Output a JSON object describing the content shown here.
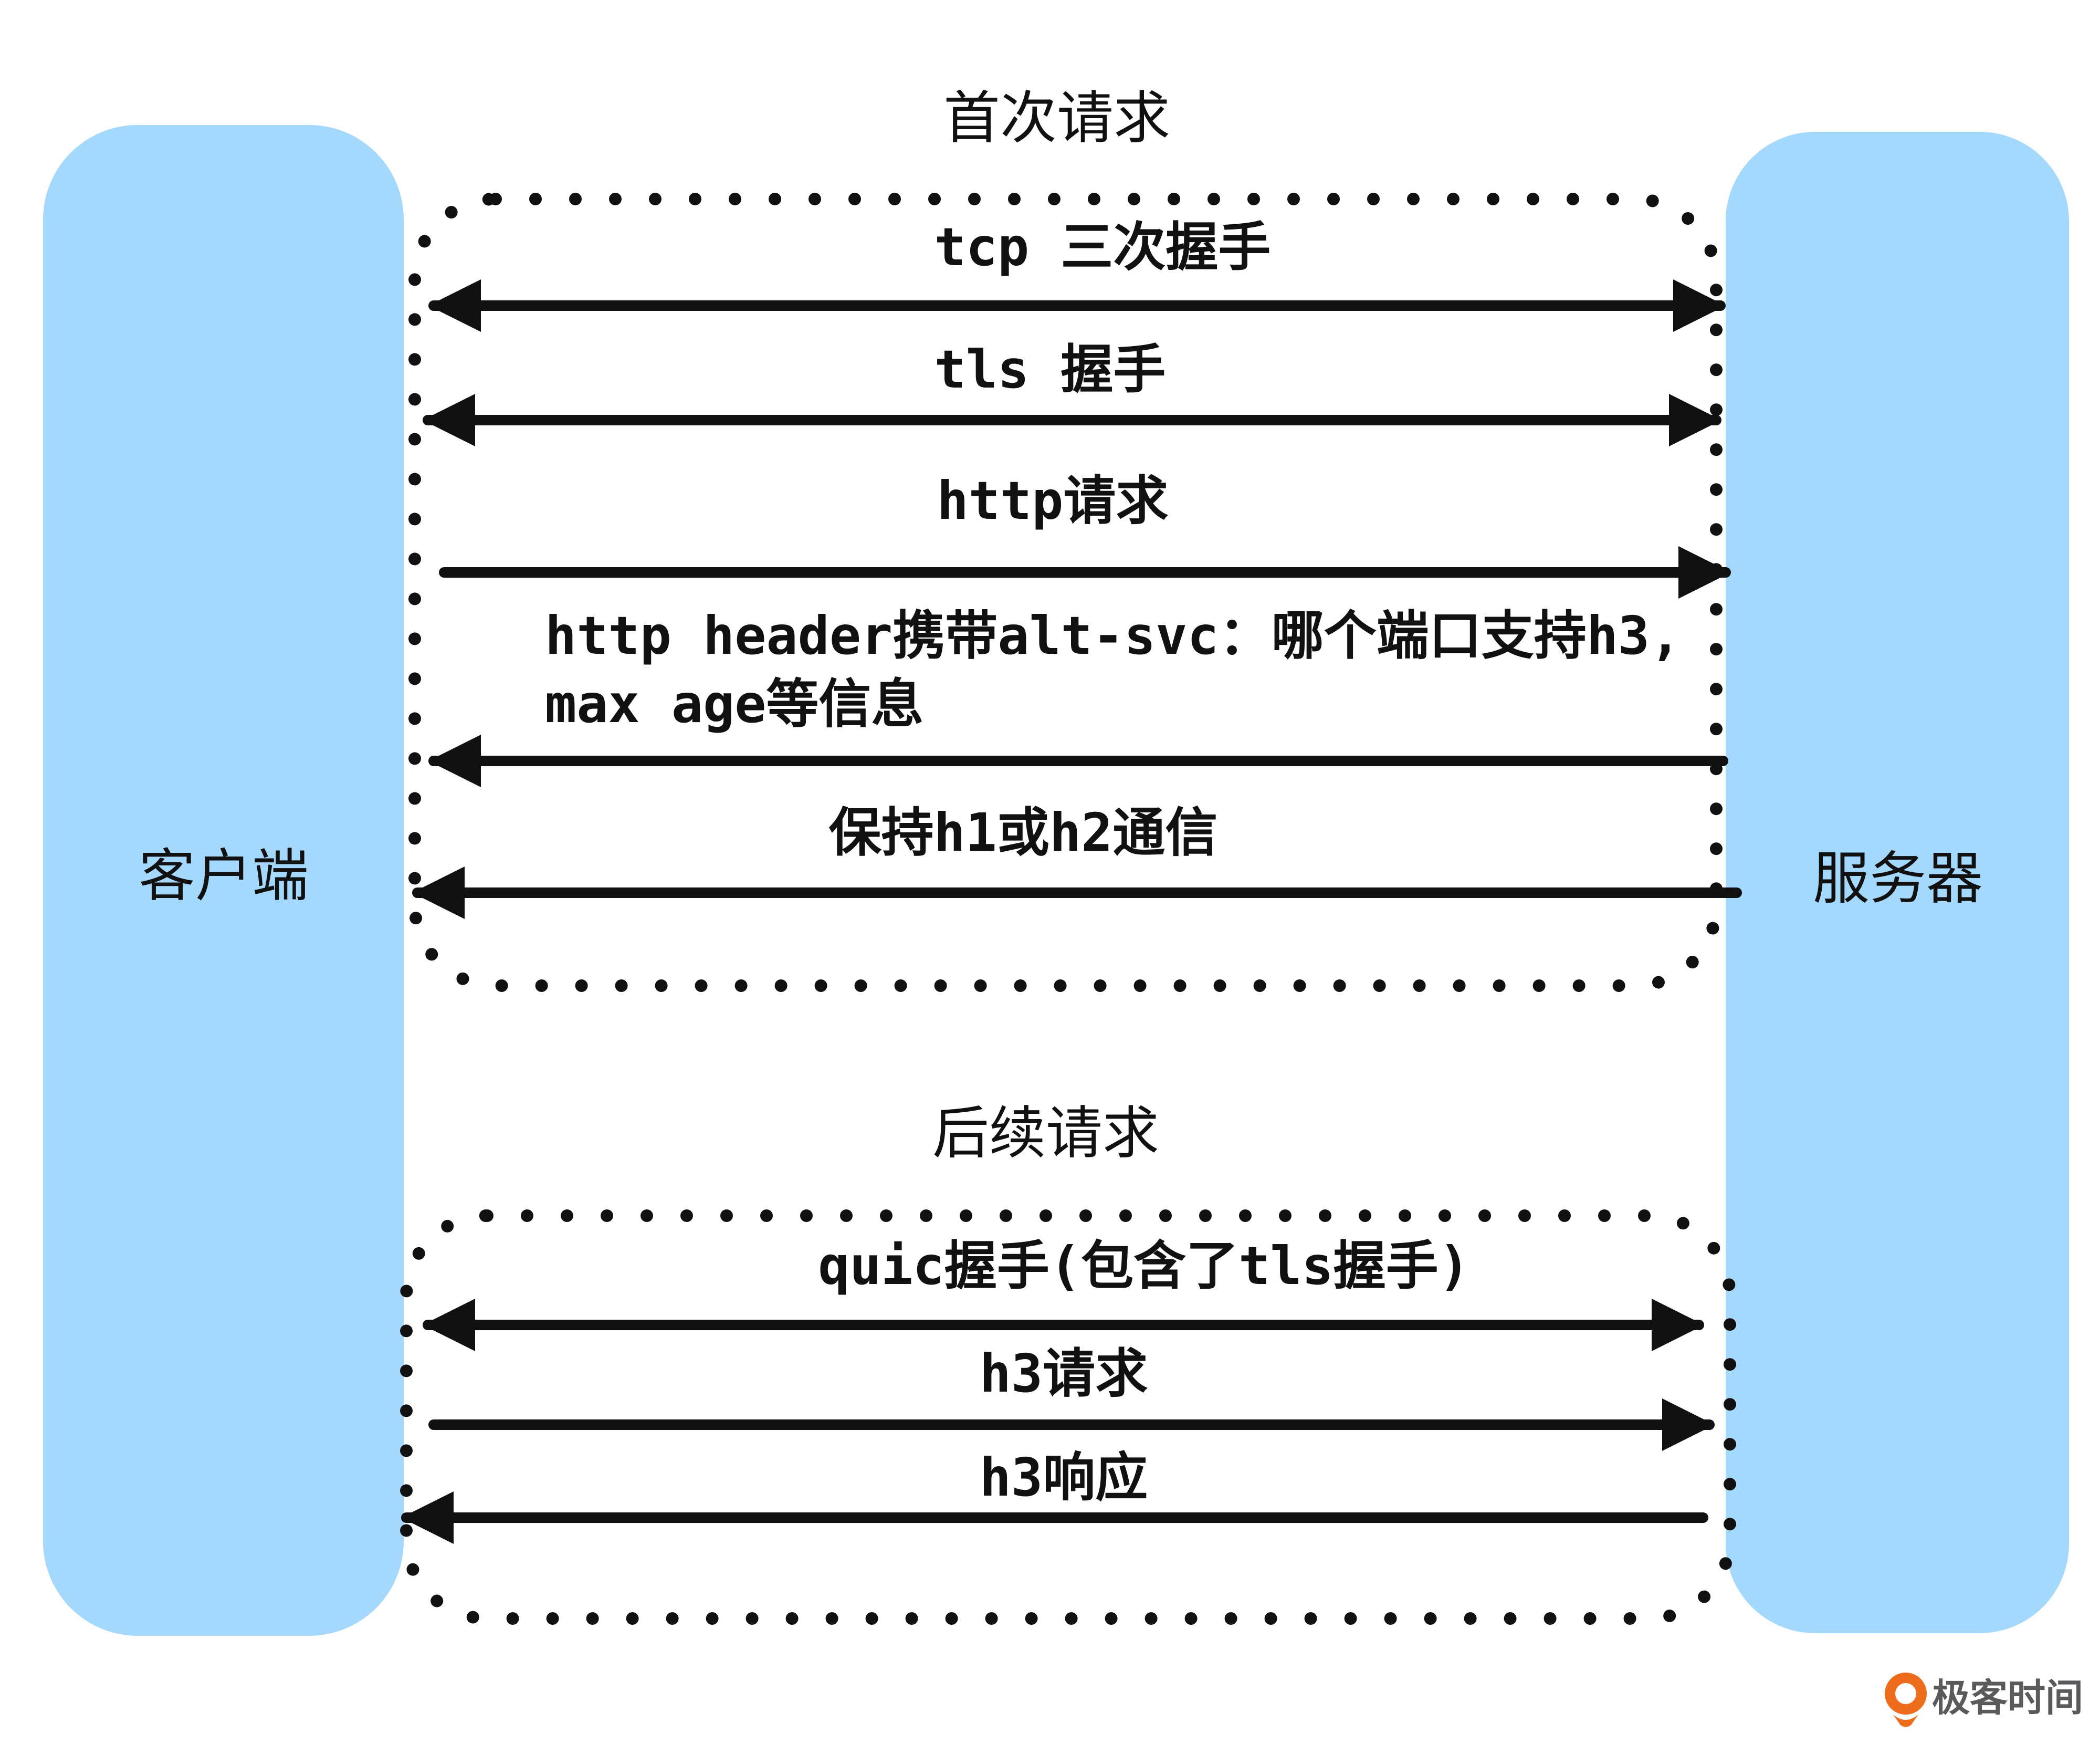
{
  "colors": {
    "entity_fill": "#a5d8fd",
    "ink": "#111111",
    "logo_orange": "#ee6d1c",
    "logo_gray": "#5a5a5c"
  },
  "entities": {
    "client": "客户端",
    "server": "服务器"
  },
  "first_request": {
    "title": "首次请求",
    "messages": [
      {
        "label": "tcp 三次握手",
        "direction": "both"
      },
      {
        "label": "tls 握手",
        "direction": "both"
      },
      {
        "label": "http请求",
        "direction": "to-server"
      },
      {
        "label_lines": [
          "http header携带alt-svc：哪个端口支持h3,",
          "max age等信息"
        ],
        "direction": "to-client"
      },
      {
        "label": "保持h1或h2通信",
        "direction": "to-client"
      }
    ]
  },
  "subsequent_request": {
    "title": "后续请求",
    "messages": [
      {
        "label": "quic握手(包含了tls握手)",
        "direction": "both"
      },
      {
        "label": "h3请求",
        "direction": "to-server"
      },
      {
        "label": "h3响应",
        "direction": "to-client"
      }
    ]
  },
  "logo": {
    "text": "极客时间"
  }
}
